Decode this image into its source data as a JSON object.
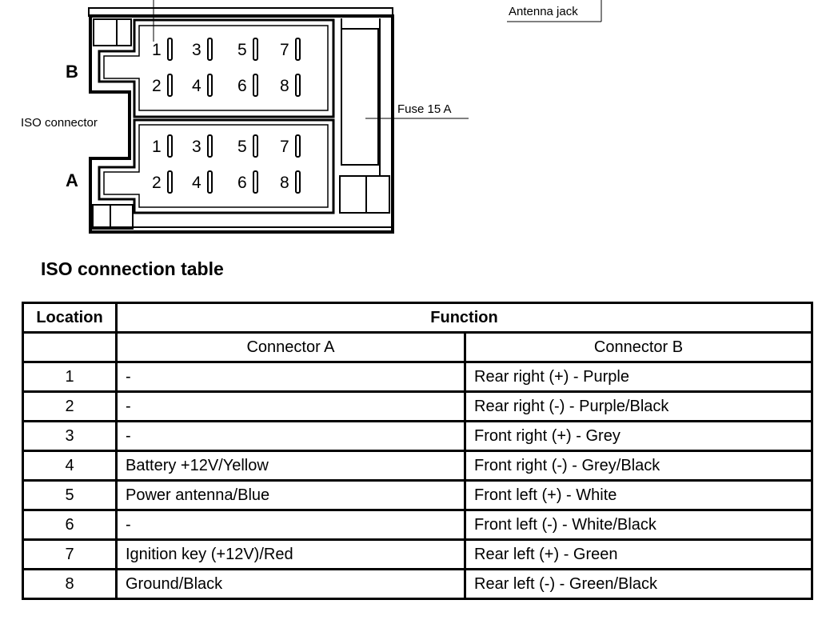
{
  "diagram": {
    "labels": {
      "antenna_jack": "Antenna jack",
      "fuse": "Fuse 15 A",
      "iso_connector": "ISO connector",
      "connector_b": "B",
      "connector_a": "A"
    },
    "connector_b_pins": [
      "1",
      "3",
      "5",
      "7",
      "2",
      "4",
      "6",
      "8"
    ],
    "connector_a_pins": [
      "1",
      "3",
      "5",
      "7",
      "2",
      "4",
      "6",
      "8"
    ]
  },
  "table": {
    "title": "ISO connection table",
    "header": {
      "location": "Location",
      "function": "Function",
      "connector_a": "Connector A",
      "connector_b": "Connector B"
    },
    "rows": [
      {
        "location": "1",
        "a": "-",
        "b": "Rear right (+) - Purple"
      },
      {
        "location": "2",
        "a": "-",
        "b": "Rear right (-) - Purple/Black"
      },
      {
        "location": "3",
        "a": "-",
        "b": "Front right (+) - Grey"
      },
      {
        "location": "4",
        "a": "Battery +12V/Yellow",
        "b": "Front right (-) - Grey/Black"
      },
      {
        "location": "5",
        "a": "Power antenna/Blue",
        "b": "Front left (+) - White"
      },
      {
        "location": "6",
        "a": "-",
        "b": "Front left (-) - White/Black"
      },
      {
        "location": "7",
        "a": "Ignition key (+12V)/Red",
        "b": "Rear left (+) - Green"
      },
      {
        "location": "8",
        "a": "Ground/Black",
        "b": "Rear left (-) - Green/Black"
      }
    ]
  }
}
